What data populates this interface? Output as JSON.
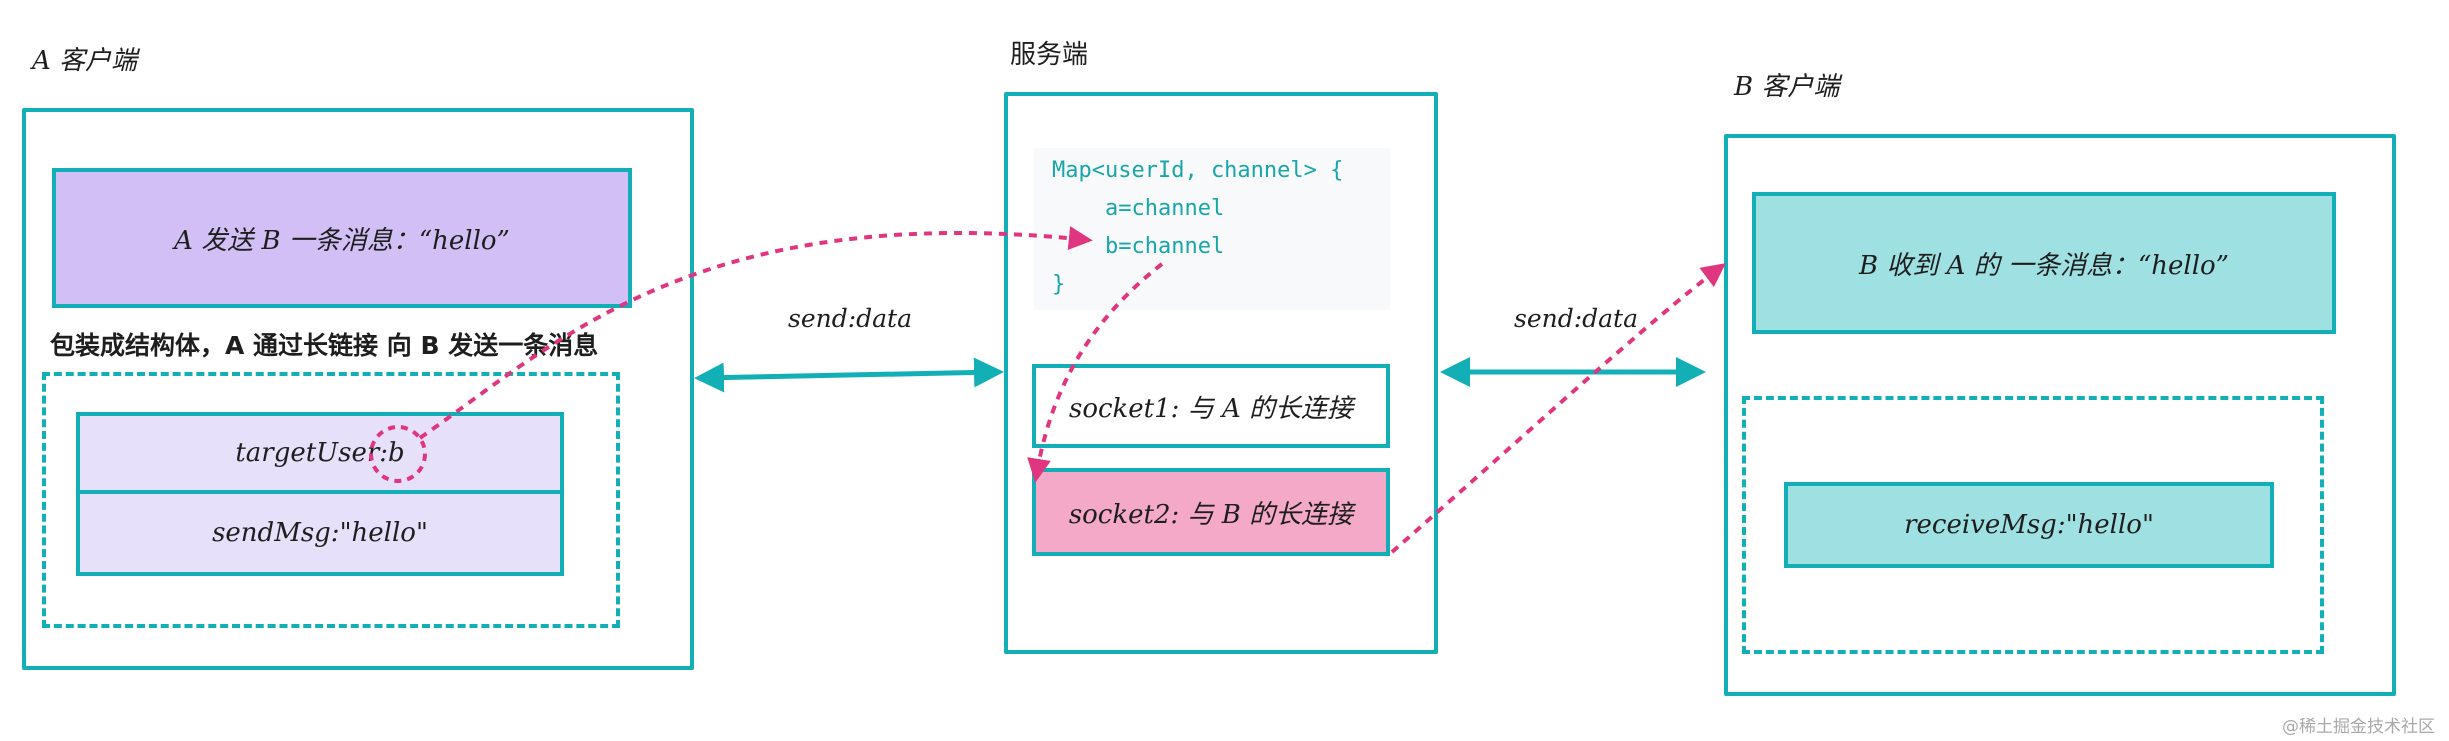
{
  "colors": {
    "teal": "#12b0b6",
    "magenta": "#e0357f",
    "purple_fill": "#d1bff5",
    "lavender_fill": "#e6e0fa",
    "pink_fill": "#f4a9c8",
    "cyan_fill": "#9fe1e3",
    "code_bg": "#f8f9fa"
  },
  "client_a": {
    "title": "A 客户端",
    "message_box": "A 发送 B 一条消息：“hello”",
    "wrap_note": "包装成结构体，A 通过长链接 向 B 发送一条消息",
    "struct": {
      "target_user": "targetUser:b",
      "send_msg": "sendMsg:\"hello\""
    }
  },
  "server": {
    "title": "服务端",
    "code": {
      "line1": "Map<userId, channel> {",
      "line2": "    a=channel",
      "line3": "    b=channel",
      "line4": "}"
    },
    "socket1": "socket1: 与 A 的长连接",
    "socket2": "socket2: 与 B 的长连接"
  },
  "client_b": {
    "title": "B 客户端",
    "message_box": "B 收到 A 的 一条消息：“hello”",
    "receive": "receiveMsg:\"hello\""
  },
  "links": {
    "left_label": "send:data",
    "right_label": "send:data"
  },
  "watermark": "@稀土掘金技术社区"
}
